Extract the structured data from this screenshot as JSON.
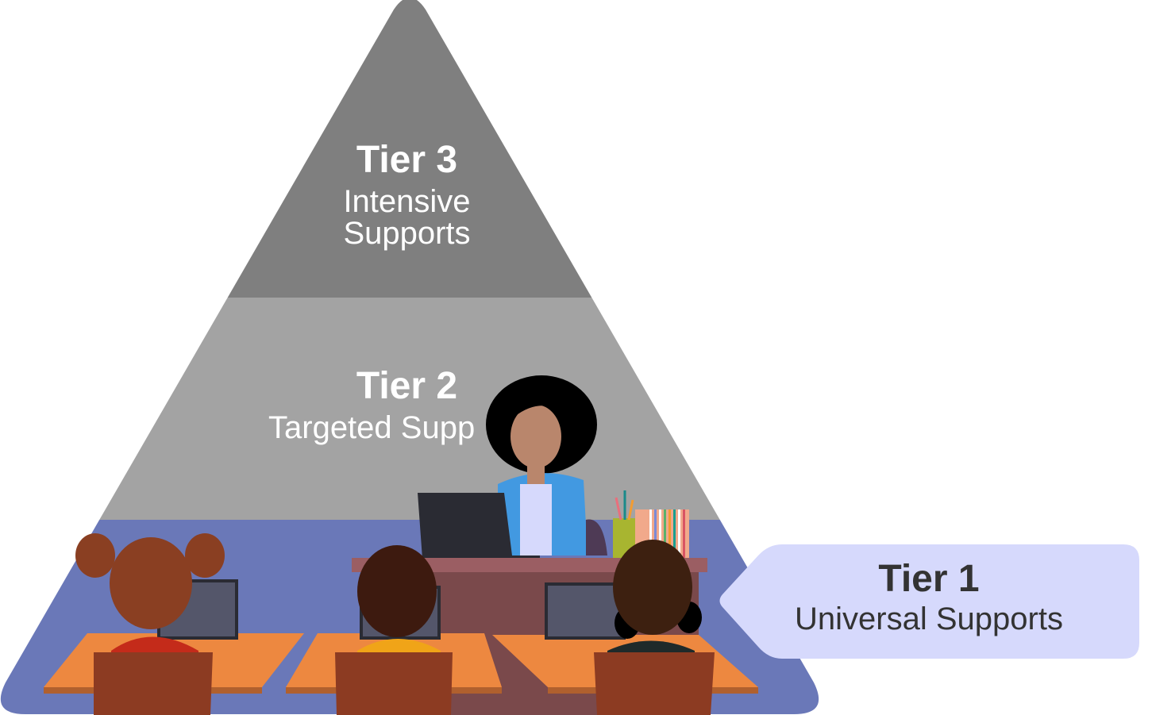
{
  "tiers": [
    {
      "title": "Tier 3",
      "subtitle_line1": "Intensive",
      "subtitle_line2": "Supports",
      "color": "#7f7f7f"
    },
    {
      "title": "Tier 2",
      "subtitle": "Targeted Supp",
      "color": "#a3a3a3"
    },
    {
      "title": "Tier 1",
      "subtitle": "Universal Supports",
      "color": "#6a78b8"
    }
  ],
  "callout": {
    "background": "#d6d9fc",
    "text_color": "#333333"
  }
}
